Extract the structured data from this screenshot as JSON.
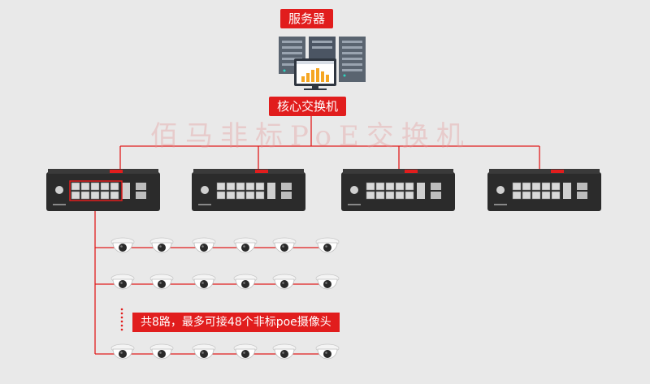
{
  "diagram": {
    "server_label": "服务器",
    "core_switch_label": "核心交换机",
    "watermark": "佰马非标PoE交换机",
    "note": "共8路，最多可接48个非标poe摄像头",
    "switch_count": 4,
    "camera_rows": 3,
    "cameras_per_row": 6,
    "accent_color": "#e11d1d"
  }
}
